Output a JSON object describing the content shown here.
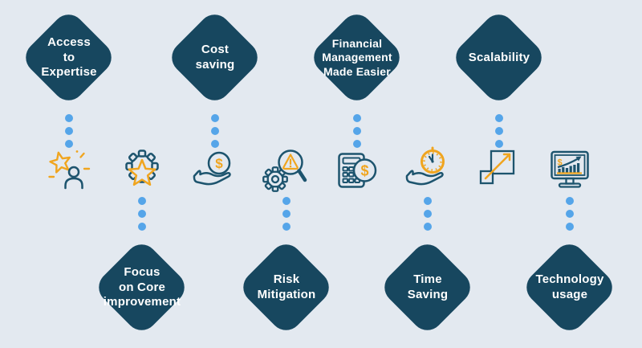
{
  "colors": {
    "background": "#e3e9f0",
    "diamond_fill": "#17475f",
    "label_text": "#ffffff",
    "dot_blue": "#55a5e9",
    "icon_navy": "#1d546e",
    "icon_yellow": "#f0a51f"
  },
  "diagram": {
    "items": [
      {
        "label": "Access\nto\nExpertise",
        "row": "top",
        "icon": "star-person-icon"
      },
      {
        "label": "Focus\non Core\nimprovement",
        "row": "bottom",
        "icon": "gear-star-icon"
      },
      {
        "label": "Cost\nsaving",
        "row": "top",
        "icon": "hand-coin-icon"
      },
      {
        "label": "Risk\nMitigation",
        "row": "bottom",
        "icon": "gear-magnifier-warning-icon"
      },
      {
        "label": "Financial\nManagement\nMade Easier",
        "row": "top",
        "icon": "calculator-coin-icon"
      },
      {
        "label": "Time\nSaving",
        "row": "bottom",
        "icon": "hand-clock-icon"
      },
      {
        "label": "Scalability",
        "row": "top",
        "icon": "expand-squares-arrow-icon"
      },
      {
        "label": "Technology\nusage",
        "row": "bottom",
        "icon": "monitor-chart-icon"
      }
    ],
    "currency_symbol": "$"
  }
}
